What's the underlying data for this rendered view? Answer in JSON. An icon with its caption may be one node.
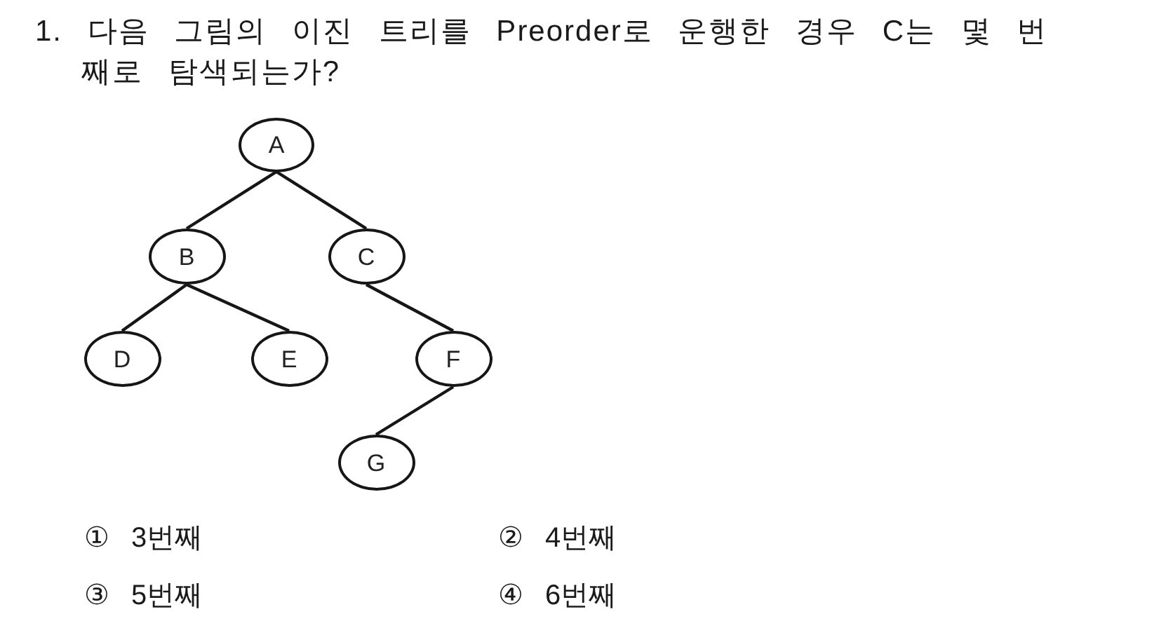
{
  "diagram": {
    "title": "1. 다음 그림의 이진 트리를 Preorder로 운행한 경우 C는 몇 번째로 탐색되는가?",
    "nodes": [
      {
        "text": [
          "A"
        ]
      },
      {
        "text": [
          "B"
        ]
      },
      {
        "text": [
          "C"
        ]
      },
      {
        "text": [
          "D"
        ]
      },
      {
        "text": [
          "E"
        ]
      },
      {
        "text": [
          "F"
        ]
      },
      {
        "text": [
          "G"
        ]
      }
    ],
    "edges": [
      {
        "from": 0,
        "to": 1,
        "arrow": "none"
      },
      {
        "from": 0,
        "to": 2,
        "arrow": "none"
      },
      {
        "from": 1,
        "to": 3,
        "arrow": "none"
      },
      {
        "from": 1,
        "to": 4,
        "arrow": "none"
      },
      {
        "from": 2,
        "to": 5,
        "arrow": "none"
      },
      {
        "from": 5,
        "to": 6,
        "arrow": "none"
      }
    ],
    "labels": [
      "① 3번째",
      "② 4번째",
      "③ 5번째",
      "④ 6번째"
    ]
  }
}
